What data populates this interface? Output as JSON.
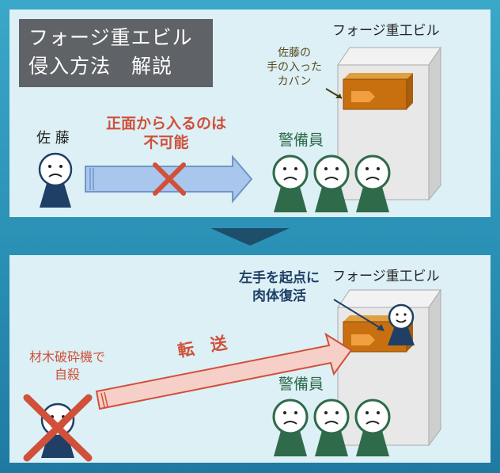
{
  "title_lines": [
    "フォージ重エビル",
    "侵入方法　解説"
  ],
  "panel1": {
    "building_label": "フォージ重工ビル",
    "bag_note_lines": [
      "佐藤の",
      "手の入った",
      "カバン"
    ],
    "sato_label": "佐 藤",
    "blocked_lines": [
      "正面から入るのは",
      "不可能"
    ],
    "guards_label": "警備員"
  },
  "panel2": {
    "building_label": "フォージ重工ビル",
    "revive_lines": [
      "左手を起点に",
      "肉体復活"
    ],
    "suicide_lines": [
      "材木破砕機で",
      "自殺"
    ],
    "transfer_label": "転　送",
    "guards_label": "警備員"
  },
  "colors": {
    "guard": "#2f6a4a",
    "sato": "#1f3f66",
    "cross": "#d0503a",
    "bag": "#c87010"
  }
}
